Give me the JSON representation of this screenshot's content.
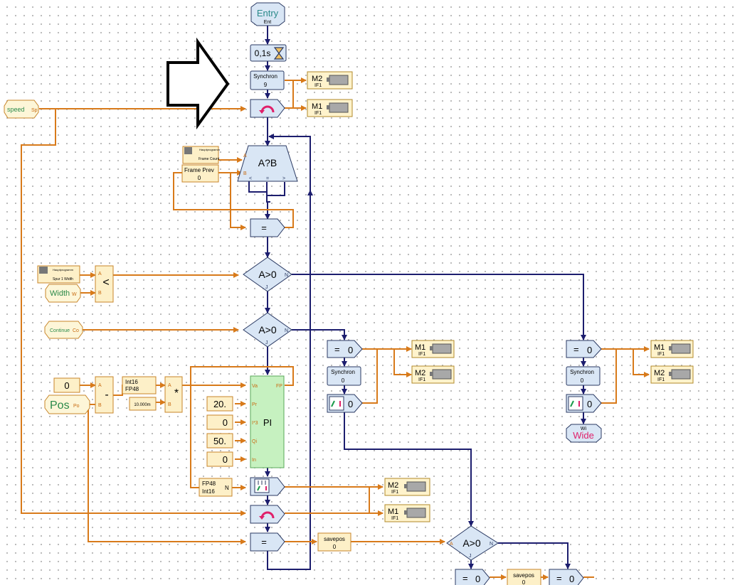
{
  "entry": {
    "label": "Entry",
    "sub": "Ent"
  },
  "wait": {
    "label": "0,1s"
  },
  "sync_top": {
    "label": "Synchron",
    "value": "9"
  },
  "motors": {
    "m1": "M1",
    "m2": "M2",
    "iface": "IF1"
  },
  "speed": {
    "label": "speed",
    "port": "Sp"
  },
  "width": {
    "label": "Width",
    "port": "W"
  },
  "continue": {
    "label": "Continue",
    "port": "Co"
  },
  "pos": {
    "label": "Pos",
    "port": "Po"
  },
  "frame_count": {
    "title": "Hauptprogramm",
    "label": "Frame Count"
  },
  "spur_width": {
    "title": "Hauptprogramm",
    "label": "Spur 1 Width"
  },
  "frame_prev": {
    "label": "Frame Prev",
    "value": "0"
  },
  "compare_ab": {
    "label": "A?B",
    "ports": [
      "A",
      "B",
      "<",
      "=",
      ">"
    ]
  },
  "eq_label": "=",
  "less_label": "<",
  "minus_label": "-",
  "mul_label": "*",
  "a_gt_0": {
    "label": "A>0",
    "yes": "J",
    "no": "N",
    "in": "A"
  },
  "eq_zero": {
    "label": "=",
    "value": "0"
  },
  "sync_small": {
    "label": "Synchron",
    "value": "0"
  },
  "zero_const": "0",
  "conv1": {
    "line1": "Int16",
    "line2": "FP48"
  },
  "conv2": {
    "line1": "FP48",
    "line2": "Int16",
    "port": "N"
  },
  "const_10000m": "10.000m",
  "pi": {
    "label": "PI",
    "ports": [
      "Va",
      "Pr",
      "I*3",
      "Qi",
      "In"
    ],
    "out": "FP",
    "params": [
      "20.",
      "0",
      "50.",
      "0"
    ]
  },
  "savepos": {
    "label": "savepos",
    "value": "0"
  },
  "wide": {
    "label": "Wide",
    "sub": "Wi"
  },
  "port_a": "A",
  "port_b": "B"
}
